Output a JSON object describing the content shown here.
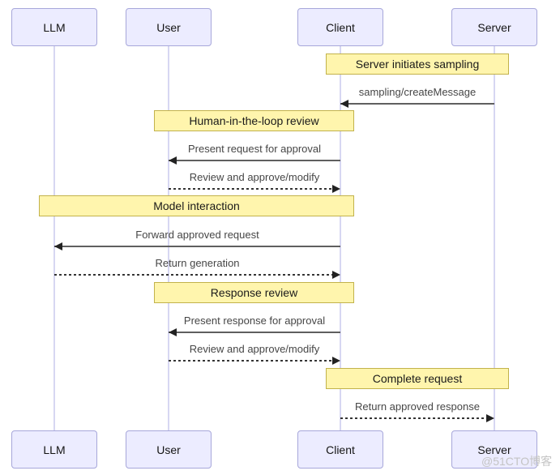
{
  "diagram": {
    "type": "sequence-diagram",
    "actors": [
      {
        "label": "LLM"
      },
      {
        "label": "User"
      },
      {
        "label": "Client"
      },
      {
        "label": "Server"
      }
    ],
    "notes": [
      {
        "label": "Server initiates sampling",
        "over": "Client,Server"
      },
      {
        "label": "Human-in-the-loop review",
        "over": "User,Client"
      },
      {
        "label": "Model interaction",
        "over": "LLM,Client"
      },
      {
        "label": "Response review",
        "over": "User,Client"
      },
      {
        "label": "Complete request",
        "over": "Client,Server"
      }
    ],
    "messages": [
      {
        "label": "sampling/createMessage",
        "from": "Server",
        "to": "Client",
        "line": "solid"
      },
      {
        "label": "Present request for approval",
        "from": "Client",
        "to": "User",
        "line": "solid"
      },
      {
        "label": "Review and approve/modify",
        "from": "User",
        "to": "Client",
        "line": "dashed"
      },
      {
        "label": "Forward approved request",
        "from": "Client",
        "to": "LLM",
        "line": "solid"
      },
      {
        "label": "Return generation",
        "from": "LLM",
        "to": "Client",
        "line": "dashed"
      },
      {
        "label": "Present response for approval",
        "from": "Client",
        "to": "User",
        "line": "solid"
      },
      {
        "label": "Review and approve/modify",
        "from": "User",
        "to": "Client",
        "line": "dashed"
      },
      {
        "label": "Return approved response",
        "from": "Client",
        "to": "Server",
        "line": "dashed"
      }
    ],
    "colors": {
      "actor_fill": "#ECECFF",
      "actor_border": "#a7a7da",
      "note_fill": "#fff5ad",
      "note_border": "#c2b24b",
      "lifeline": "#d7d7f2",
      "arrow": "#353535"
    }
  },
  "watermark": {
    "text": "@51CTO博客"
  }
}
